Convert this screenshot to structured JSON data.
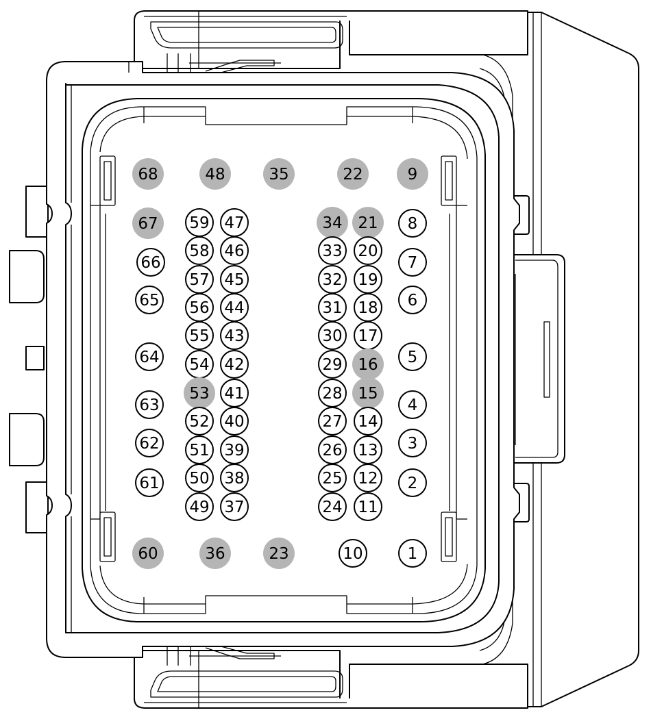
{
  "colors": {
    "outline": "#000000",
    "background": "#ffffff",
    "empty_cavity": "#b5b5b5",
    "active_pin_fill": "#ffffff"
  },
  "pins": [
    {
      "label": "68",
      "state": "empty"
    },
    {
      "label": "48",
      "state": "empty"
    },
    {
      "label": "35",
      "state": "empty"
    },
    {
      "label": "22",
      "state": "empty"
    },
    {
      "label": "9",
      "state": "empty"
    },
    {
      "label": "67",
      "state": "empty"
    },
    {
      "label": "59",
      "state": "active"
    },
    {
      "label": "47",
      "state": "active"
    },
    {
      "label": "34",
      "state": "empty"
    },
    {
      "label": "21",
      "state": "empty"
    },
    {
      "label": "8",
      "state": "active"
    },
    {
      "label": "58",
      "state": "active"
    },
    {
      "label": "46",
      "state": "active"
    },
    {
      "label": "33",
      "state": "active"
    },
    {
      "label": "20",
      "state": "active"
    },
    {
      "label": "66",
      "state": "active"
    },
    {
      "label": "7",
      "state": "active"
    },
    {
      "label": "57",
      "state": "active"
    },
    {
      "label": "45",
      "state": "active"
    },
    {
      "label": "32",
      "state": "active"
    },
    {
      "label": "19",
      "state": "active"
    },
    {
      "label": "65",
      "state": "active"
    },
    {
      "label": "6",
      "state": "active"
    },
    {
      "label": "56",
      "state": "active"
    },
    {
      "label": "44",
      "state": "active"
    },
    {
      "label": "31",
      "state": "active"
    },
    {
      "label": "18",
      "state": "active"
    },
    {
      "label": "55",
      "state": "active"
    },
    {
      "label": "43",
      "state": "active"
    },
    {
      "label": "30",
      "state": "active"
    },
    {
      "label": "17",
      "state": "active"
    },
    {
      "label": "64",
      "state": "active"
    },
    {
      "label": "5",
      "state": "active"
    },
    {
      "label": "54",
      "state": "active"
    },
    {
      "label": "42",
      "state": "active"
    },
    {
      "label": "29",
      "state": "active"
    },
    {
      "label": "16",
      "state": "empty"
    },
    {
      "label": "53",
      "state": "empty"
    },
    {
      "label": "41",
      "state": "active"
    },
    {
      "label": "28",
      "state": "active"
    },
    {
      "label": "15",
      "state": "empty"
    },
    {
      "label": "63",
      "state": "active"
    },
    {
      "label": "4",
      "state": "active"
    },
    {
      "label": "52",
      "state": "active"
    },
    {
      "label": "40",
      "state": "active"
    },
    {
      "label": "27",
      "state": "active"
    },
    {
      "label": "14",
      "state": "active"
    },
    {
      "label": "62",
      "state": "active"
    },
    {
      "label": "3",
      "state": "active"
    },
    {
      "label": "51",
      "state": "active"
    },
    {
      "label": "39",
      "state": "active"
    },
    {
      "label": "26",
      "state": "active"
    },
    {
      "label": "13",
      "state": "active"
    },
    {
      "label": "61",
      "state": "active"
    },
    {
      "label": "2",
      "state": "active"
    },
    {
      "label": "50",
      "state": "active"
    },
    {
      "label": "38",
      "state": "active"
    },
    {
      "label": "25",
      "state": "active"
    },
    {
      "label": "12",
      "state": "active"
    },
    {
      "label": "49",
      "state": "active"
    },
    {
      "label": "37",
      "state": "active"
    },
    {
      "label": "24",
      "state": "active"
    },
    {
      "label": "11",
      "state": "active"
    },
    {
      "label": "60",
      "state": "empty"
    },
    {
      "label": "36",
      "state": "empty"
    },
    {
      "label": "23",
      "state": "empty"
    },
    {
      "label": "10",
      "state": "active"
    },
    {
      "label": "1",
      "state": "active"
    }
  ]
}
